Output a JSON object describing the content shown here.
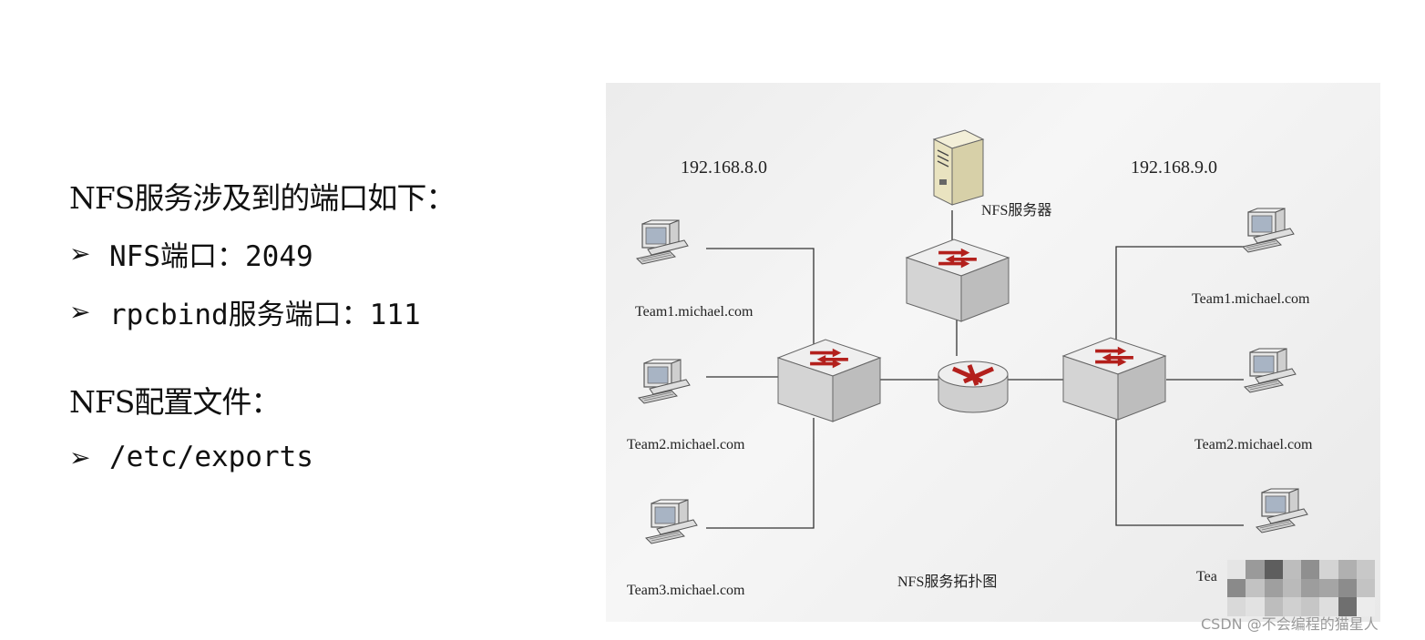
{
  "left_panel": {
    "ports_heading": "NFS服务涉及到的端口如下：",
    "port_items": [
      {
        "bullet": "➢",
        "text": "NFS端口：2049"
      },
      {
        "bullet": "➢",
        "text": "rpcbind服务端口：111"
      }
    ],
    "config_heading": "NFS配置文件：",
    "config_items": [
      {
        "bullet": "➢",
        "text": "/etc/exports"
      }
    ]
  },
  "diagram": {
    "left_network": "192.168.8.0",
    "right_network": "192.168.9.0",
    "server_label": "NFS服务器",
    "left_hosts": [
      "Team1.michael.com",
      "Team2.michael.com",
      "Team3.michael.com"
    ],
    "right_hosts": [
      "Team1.michael.com",
      "Team2.michael.com",
      "Tea"
    ],
    "caption": "NFS服务拓扑图",
    "colors": {
      "arrow": "#b3201c",
      "switch_top": "#eeeeee",
      "switch_side": "#c9c9c9",
      "line": "#333333"
    },
    "icons": [
      "server-icon",
      "switch-icon",
      "router-icon",
      "computer-icon"
    ]
  },
  "watermark": "CSDN @不会编程的猫星人"
}
